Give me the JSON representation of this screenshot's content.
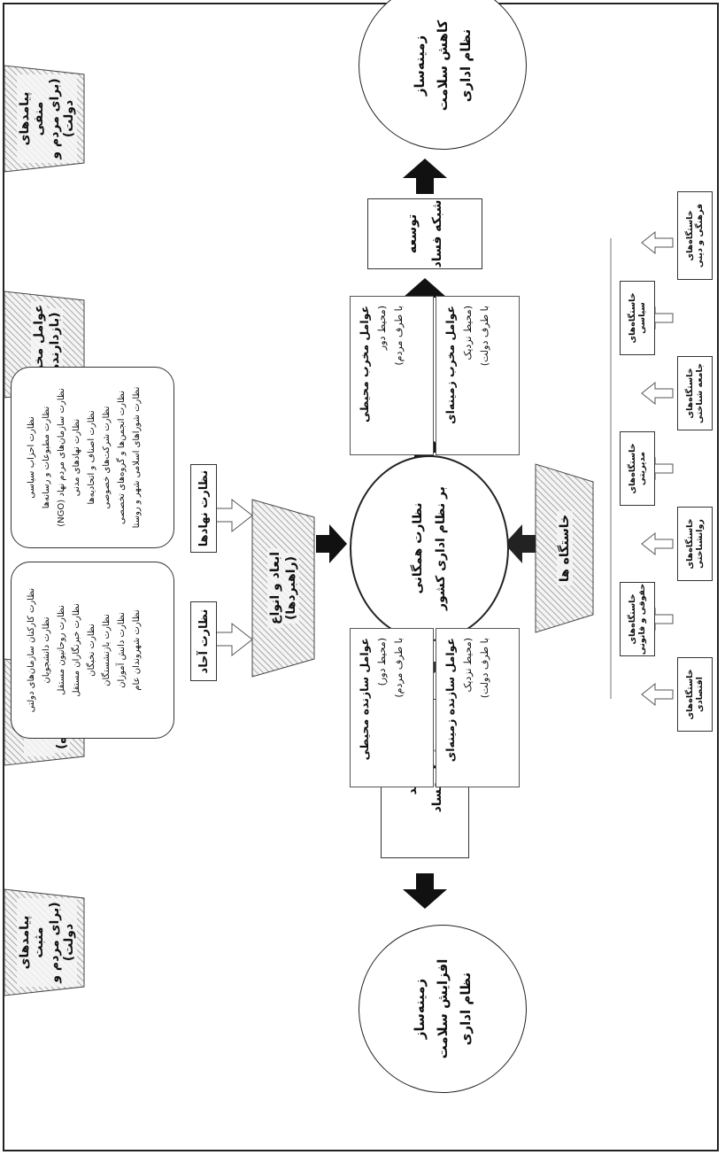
{
  "center": {
    "line1": "نظارت همگانی",
    "line2": "بر نظام اداری کشور"
  },
  "left_result": {
    "line1": "زمینه‌ساز",
    "line2": "افزایش سلامت",
    "line3": "نظام اداری"
  },
  "right_result": {
    "line1": "زمینه‌ساز",
    "line2": "کاهش سلامت",
    "line3": "نظام اداری"
  },
  "positive_outcomes": {
    "line1": "پیامدهای مثبت",
    "line2": "(برای مردم و دولت)"
  },
  "negative_outcomes": {
    "line1": "پیامدهای منفی",
    "line2": "(برای مردم و دولت)"
  },
  "threat_box": {
    "line1": "تحدید",
    "line2": "شبکه فساد"
  },
  "develop_box": {
    "line1": "توسعه",
    "line2": "شبکه فساد"
  },
  "constructive_header": {
    "line1": "عوامل سازنده",
    "line2": "(پیش برنده)"
  },
  "destructive_header": {
    "line1": "عوامل مخرب",
    "line2": "(بازدارنده)"
  },
  "dimensions_header": {
    "line1": "ابعاد و انواع",
    "line2": "(راهبردها)"
  },
  "origins_header": {
    "line1": "خاستگاه ها"
  },
  "constructive_far": {
    "title": "عوامل سازنده محیطی",
    "l2": "(محیط دور)",
    "l3": "با طرف مردم)"
  },
  "constructive_near": {
    "title": "عوامل سازنده زمینه‌ای",
    "l2": "(محیط نزدیک",
    "l3": "با طرف دولت)"
  },
  "destructive_far": {
    "title": "عوامل مخرب محیطی",
    "l2": "(محیط دور",
    "l3": "با طرف مردم)"
  },
  "destructive_near": {
    "title": "عوامل مخرب زمینه‌ای",
    "l2": "(محیط نزدیک",
    "l3": "با طرف دولت)"
  },
  "individual_oversight": {
    "label": "نظارت آحاد",
    "items": [
      "نظارت کارکنان سازمان‌های دولتی",
      "نظارت دانشجویان",
      "نظارت روحانیون مستقل",
      "نظارت خبرنگاران مستقل",
      "نظارت نخبگان",
      "نظارت بازنشستگان",
      "نظارت دانش آموزان",
      "نظارت شهروندان عام"
    ]
  },
  "institutional_oversight": {
    "label": "نظارت نهادها",
    "items": [
      "نظارت احزاب سیاسی",
      "نظارت مطبوعات و رسانه‌ها",
      "نظارت سازمان‌های مردم نهاد (NGO)",
      "نظارت نهادهای مدنی",
      "نظارت اصناف و اتحادیه‌ها",
      "نظارت شرکت‌های خصوصی",
      "نظارت انجمن‌ها و گروه‌های تخصصی",
      "نظارت شوراهای اسلامی شهر و روستا"
    ]
  },
  "origins": [
    "خاستگاه‌های اقتصادی",
    "خاستگاه‌های حقوقی و قانونی",
    "خاستگاه‌های روانشناختی",
    "خاستگاه‌های مدیریتی",
    "خاستگاه‌های جامعه شناختی",
    "خاستگاه‌های سیاسی",
    "خاستگاه‌های فرهنگی و دینی"
  ]
}
